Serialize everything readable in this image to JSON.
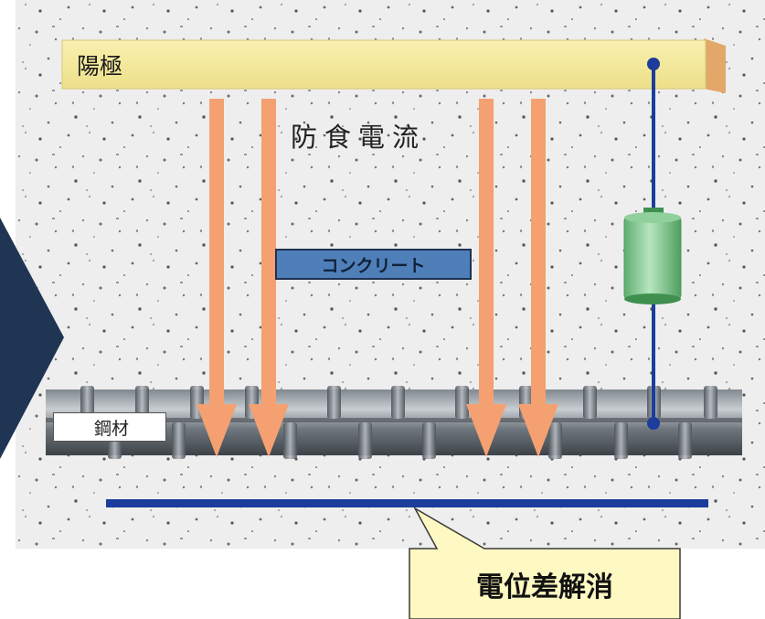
{
  "labels": {
    "anode": "陽極",
    "protection_current": "防食電流",
    "concrete": "コンクリート",
    "steel": "鋼材",
    "result": "電位差解消"
  },
  "colors": {
    "anode_bar": "#f3e99a",
    "current_arrow": "#f5a070",
    "wire": "#1c3d9c",
    "rectifier": "#7cc88a",
    "concrete_label_bg": "#4f7fb8",
    "potential_line": "#1c3d9c",
    "callout_bg": "#fef9c2",
    "side_arrow": "#1f3553"
  }
}
